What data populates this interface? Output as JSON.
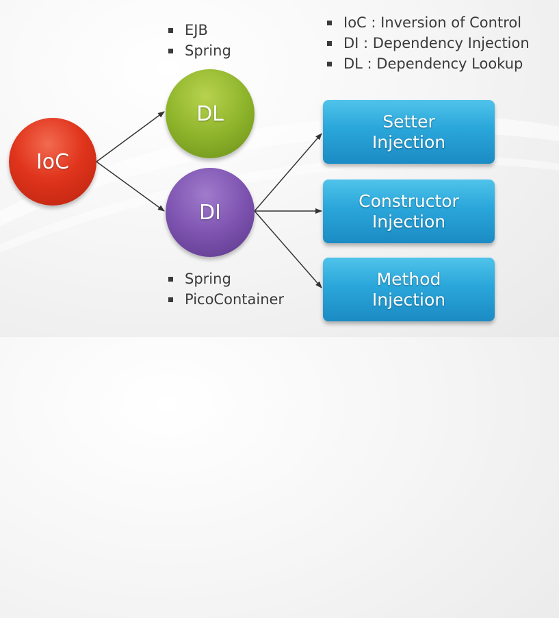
{
  "nodes": {
    "ioc": "IoC",
    "dl": "DL",
    "di": "DI"
  },
  "boxes": [
    {
      "line1": "Setter",
      "line2": "Injection"
    },
    {
      "line1": "Constructor",
      "line2": "Injection"
    },
    {
      "line1": "Method",
      "line2": "Injection"
    }
  ],
  "dl_examples": [
    "EJB",
    "Spring"
  ],
  "di_examples": [
    "Spring",
    "PicoContainer"
  ],
  "legend": [
    "IoC : Inversion of Control",
    "DI : Dependency Injection",
    "DL : Dependency Lookup"
  ],
  "colors": {
    "ioc": "#e0341c",
    "dl": "#8fb52c",
    "di": "#7d53b0",
    "box": "#2aa6da",
    "arrow": "#333333"
  }
}
